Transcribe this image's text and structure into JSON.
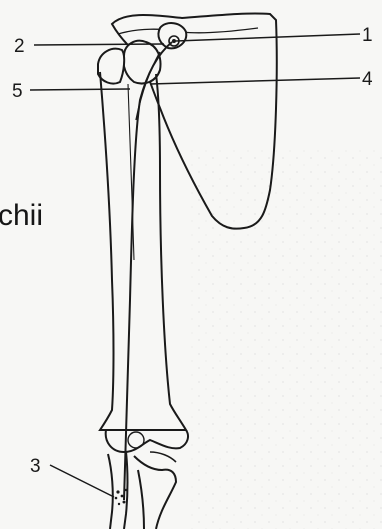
{
  "callouts": [
    {
      "id": "1",
      "label": "1"
    },
    {
      "id": "2",
      "label": "2"
    },
    {
      "id": "3",
      "label": "3"
    },
    {
      "id": "4",
      "label": "4"
    },
    {
      "id": "5",
      "label": "5"
    }
  ],
  "partial_text": "chii",
  "colors": {
    "ink": "#1a1a1a",
    "paper": "#f7f7f5",
    "stipple": "#9a9a9a"
  }
}
